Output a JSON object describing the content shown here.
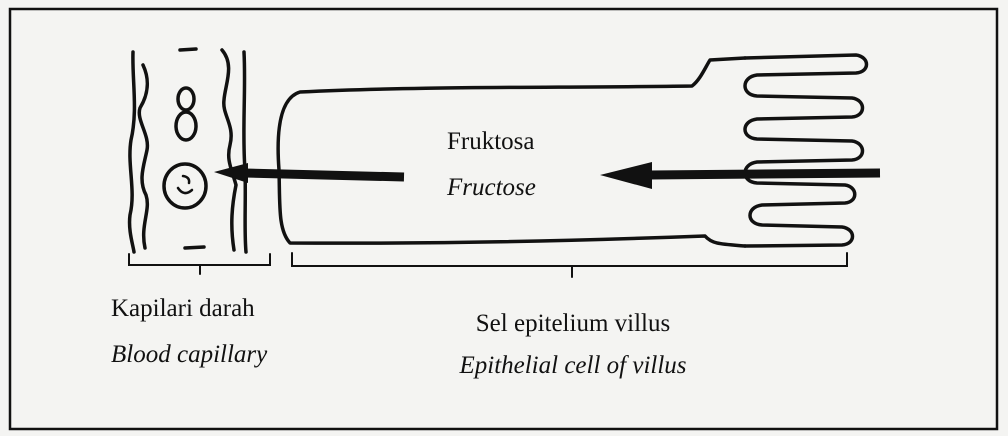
{
  "substance": {
    "malay": "Fruktosa",
    "english": "Fructose"
  },
  "labels": {
    "capillary": {
      "malay": "Kapilari darah",
      "english": "Blood capillary"
    },
    "epithelial_cell": {
      "malay": "Sel epitelium villus",
      "english": "Epithelial cell of villus"
    }
  },
  "icons": {
    "arrow_into_cell": "arrow-left-icon",
    "arrow_into_capillary": "arrow-left-icon"
  },
  "colors": {
    "ink": "#111111",
    "paper": "#f4f4f2"
  }
}
